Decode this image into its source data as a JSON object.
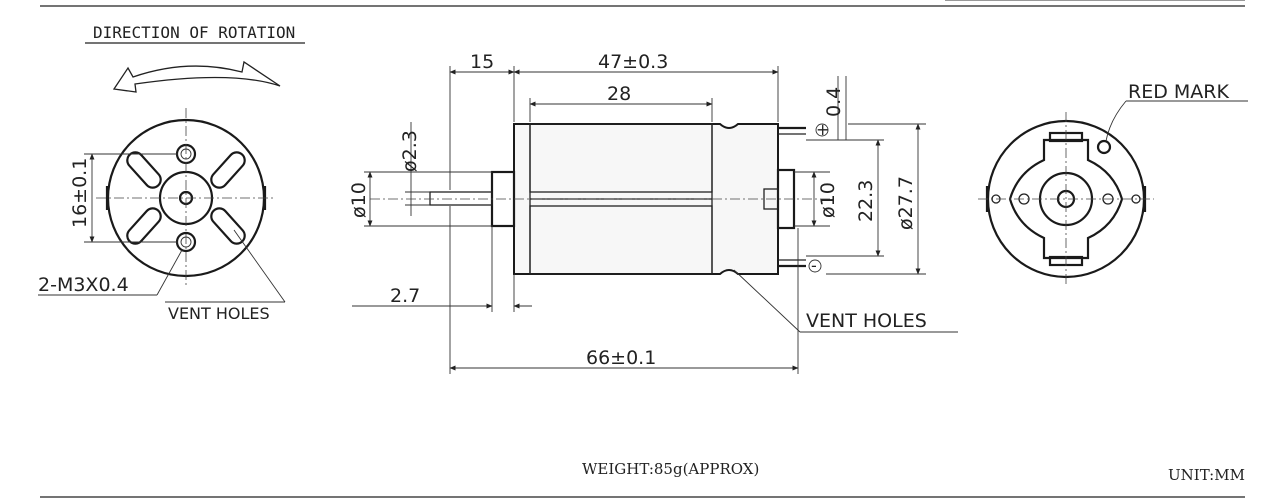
{
  "labels": {
    "direction_title": "DIRECTION OF ROTATION",
    "thread_spec": "2-M3X0.4",
    "vent_holes_left": "VENT HOLES",
    "vent_holes_mid": "VENT HOLES",
    "red_mark": "RED MARK",
    "weight": "WEIGHT:85g(APPROX)",
    "unit": "UNIT:MM"
  },
  "dimensions": {
    "mount_spacing": "16±0.1",
    "shaft_length": "15",
    "body_length": "47±0.3",
    "magnet_length": "28",
    "terminal_thickness": "0.4",
    "shaft_dia": "ø2.3",
    "boss_dia": "ø10",
    "rear_boss_dia": "ø10",
    "terminal_spacing": "22.3",
    "body_dia": "ø27.7",
    "boss_height": "2.7",
    "overall_length": "66±0.1"
  },
  "terminals": {
    "positive": "+",
    "negative": "-"
  },
  "colors": {
    "line": "#222222",
    "background": "#ffffff"
  }
}
